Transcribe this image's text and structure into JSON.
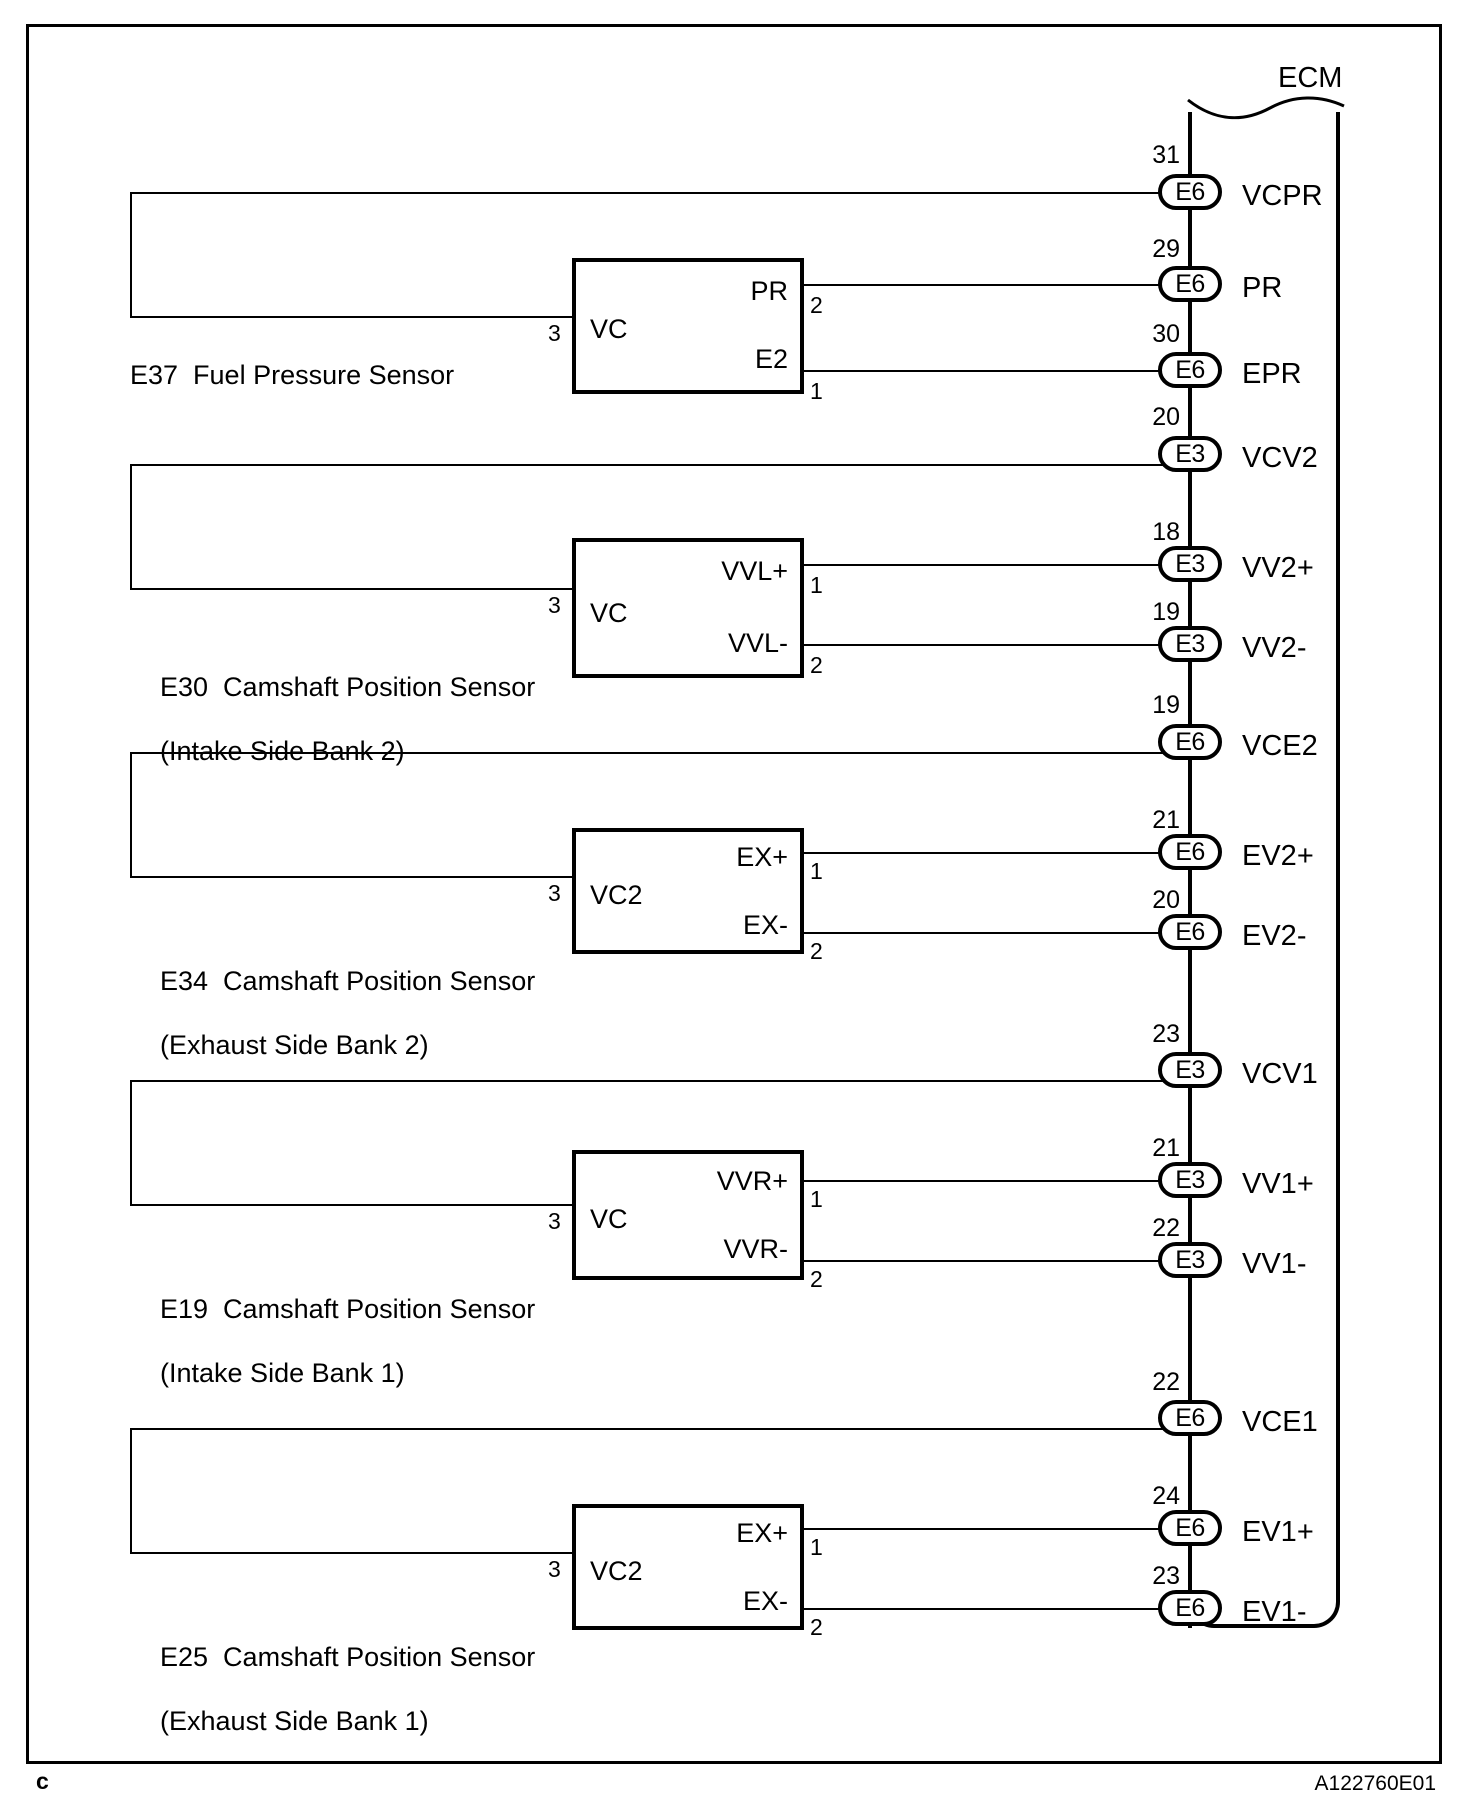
{
  "ecm": {
    "title": "ECM"
  },
  "footer": {
    "left_mark": "c",
    "diagram_code": "A122760E01"
  },
  "groups": [
    {
      "id": "fuel-pressure-sensor",
      "caption": "E37  Fuel Pressure Sensor",
      "caption_line2": "",
      "box_left_pin_label": "VC",
      "box_left_pin_number": "3",
      "box_right_pins": [
        {
          "label": "PR",
          "number": "2"
        },
        {
          "label": "E2",
          "number": "1"
        }
      ],
      "ecm_pins": [
        {
          "terminal": "E6",
          "number": "31",
          "signal": "VCPR"
        },
        {
          "terminal": "E6",
          "number": "29",
          "signal": "PR"
        },
        {
          "terminal": "E6",
          "number": "30",
          "signal": "EPR"
        }
      ]
    },
    {
      "id": "camshaft-position-sensor-intake-bank-2",
      "caption": "E30  Camshaft Position Sensor",
      "caption_line2": "(Intake Side Bank 2)",
      "box_left_pin_label": "VC",
      "box_left_pin_number": "3",
      "box_right_pins": [
        {
          "label": "VVL+",
          "number": "1"
        },
        {
          "label": "VVL-",
          "number": "2"
        }
      ],
      "ecm_pins": [
        {
          "terminal": "E3",
          "number": "20",
          "signal": "VCV2"
        },
        {
          "terminal": "E3",
          "number": "18",
          "signal": "VV2+"
        },
        {
          "terminal": "E3",
          "number": "19",
          "signal": "VV2-"
        }
      ]
    },
    {
      "id": "camshaft-position-sensor-exhaust-bank-2",
      "caption": "E34  Camshaft Position Sensor",
      "caption_line2": "(Exhaust Side Bank 2)",
      "box_left_pin_label": "VC2",
      "box_left_pin_number": "3",
      "box_right_pins": [
        {
          "label": "EX+",
          "number": "1"
        },
        {
          "label": "EX-",
          "number": "2"
        }
      ],
      "ecm_pins": [
        {
          "terminal": "E6",
          "number": "19",
          "signal": "VCE2"
        },
        {
          "terminal": "E6",
          "number": "21",
          "signal": "EV2+"
        },
        {
          "terminal": "E6",
          "number": "20",
          "signal": "EV2-"
        }
      ]
    },
    {
      "id": "camshaft-position-sensor-intake-bank-1",
      "caption": "E19  Camshaft Position Sensor",
      "caption_line2": "(Intake Side Bank 1)",
      "box_left_pin_label": "VC",
      "box_left_pin_number": "3",
      "box_right_pins": [
        {
          "label": "VVR+",
          "number": "1"
        },
        {
          "label": "VVR-",
          "number": "2"
        }
      ],
      "ecm_pins": [
        {
          "terminal": "E3",
          "number": "23",
          "signal": "VCV1"
        },
        {
          "terminal": "E3",
          "number": "21",
          "signal": "VV1+"
        },
        {
          "terminal": "E3",
          "number": "22",
          "signal": "VV1-"
        }
      ]
    },
    {
      "id": "camshaft-position-sensor-exhaust-bank-1",
      "caption": "E25  Camshaft Position Sensor",
      "caption_line2": "(Exhaust Side Bank 1)",
      "box_left_pin_label": "VC2",
      "box_left_pin_number": "3",
      "box_right_pins": [
        {
          "label": "EX+",
          "number": "1"
        },
        {
          "label": "EX-",
          "number": "2"
        }
      ],
      "ecm_pins": [
        {
          "terminal": "E6",
          "number": "22",
          "signal": "VCE1"
        },
        {
          "terminal": "E6",
          "number": "24",
          "signal": "EV1+"
        },
        {
          "terminal": "E6",
          "number": "23",
          "signal": "EV1-"
        }
      ]
    }
  ]
}
